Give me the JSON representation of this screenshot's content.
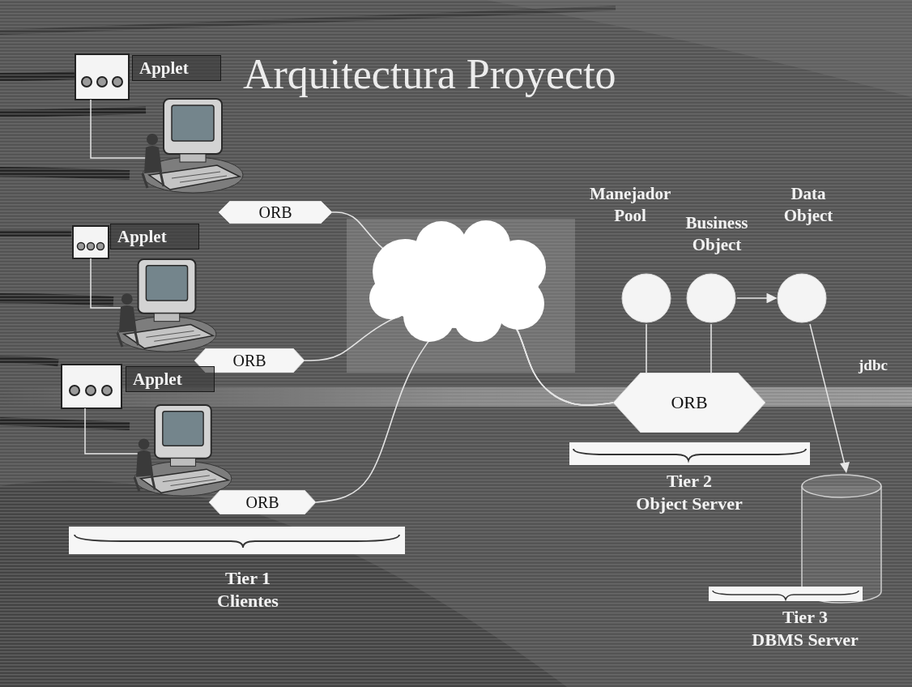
{
  "diagram": {
    "title": "Arquitectura Proyecto",
    "nodes": [
      {
        "text": [
          "Applet"
        ]
      },
      {
        "text": [
          "ORB"
        ]
      },
      {
        "text": [
          "Applet"
        ]
      },
      {
        "text": [
          "ORB"
        ]
      },
      {
        "text": [
          "Applet"
        ]
      },
      {
        "text": [
          "ORB"
        ]
      },
      {
        "text": [
          "Manejador Pool"
        ]
      },
      {
        "text": [
          "Business Object"
        ]
      },
      {
        "text": [
          "Data Object"
        ]
      },
      {
        "text": [
          "ORB"
        ]
      }
    ],
    "edges": [
      {
        "from": 1,
        "to": 9,
        "arrow": "none"
      },
      {
        "from": 3,
        "to": 9,
        "arrow": "none"
      },
      {
        "from": 5,
        "to": 9,
        "arrow": "none"
      },
      {
        "from": 6,
        "to": 9,
        "arrow": "none"
      },
      {
        "from": 7,
        "to": 9,
        "arrow": "none"
      },
      {
        "from": 7,
        "to": 8,
        "arrow": "to"
      }
    ],
    "labels": [
      "jdbc",
      "Tier 1",
      "Clientes",
      "Tier 2",
      "Object Server",
      "Tier 3",
      "DBMS Server"
    ]
  }
}
